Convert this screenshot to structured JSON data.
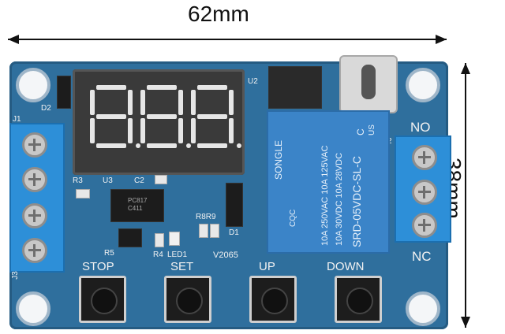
{
  "dimensions": {
    "width_label": "62mm",
    "height_label": "38mm"
  },
  "silkscreen": {
    "stop": "STOP",
    "set": "SET",
    "up": "UP",
    "down": "DOWN",
    "no": "NO",
    "nc": "NC",
    "d2": "D2",
    "u2": "U2",
    "u3": "U3",
    "c2": "C2",
    "r3": "R3",
    "r5": "R5",
    "r4": "R4",
    "led1": "LED1",
    "d1": "D1",
    "r8r9": "R8R9",
    "v": "V2065",
    "j1": "J1",
    "j2": "J2",
    "j3": "J3",
    "ic": "PC817\nC411"
  },
  "display": {
    "digits": "8.8.8."
  },
  "relay": {
    "brand": "SONGLE",
    "line1": "10A 250VAC  10A 125VAC",
    "line2": "10A 30VDC   10A 28VDC",
    "model": "SRD-05VDC-SL-C",
    "cqc": "CQC",
    "ce": "C",
    "us": "US"
  },
  "colors": {
    "board": "#2f6f9d",
    "terminal": "#2d8fd8",
    "relay": "#3b84c8",
    "display": "#3a3a3a"
  }
}
